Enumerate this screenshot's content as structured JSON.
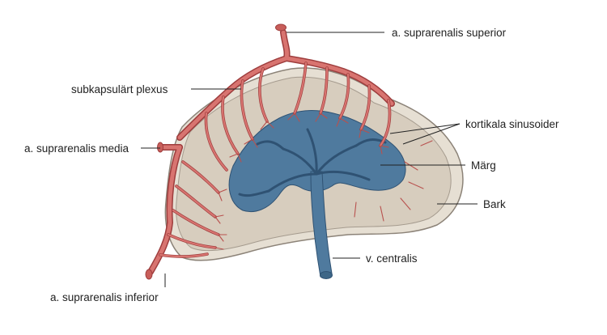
{
  "labels": {
    "superior": "a. suprarenalis superior",
    "plexus": "subkapsulärt plexus",
    "sinusoider": "kortikala sinusoider",
    "media": "a. suprarenalis media",
    "marg": "Märg",
    "bark": "Bark",
    "centralis": "v. centralis",
    "inferior": "a. suprarenalis inferior"
  },
  "colors": {
    "artery": "#d87470",
    "artery_stroke": "#9e3d3d",
    "vein": "#4f7a9e",
    "vein_stroke": "#2f5273",
    "cortex": "#d7cdbe",
    "capsule": "#e6dfd3",
    "capsule_stroke": "#8c8378"
  }
}
